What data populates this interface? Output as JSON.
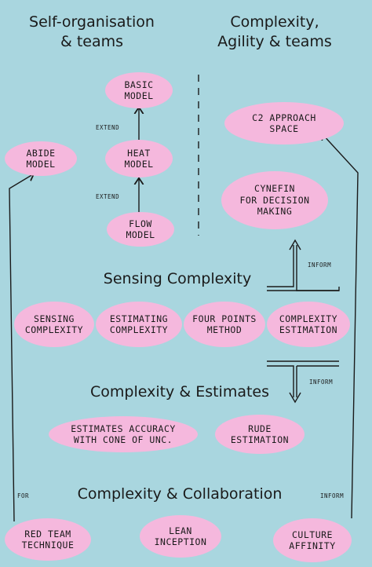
{
  "headings": {
    "left": "Self-organisation\n& teams",
    "right": "Complexity,\nAgility & teams"
  },
  "sections": {
    "sensing": "Sensing Complexity",
    "estimates": "Complexity & Estimates",
    "collaboration": "Complexity & Collaboration"
  },
  "nodes": {
    "basic_model": "BASIC\nMODEL",
    "heat_model": "HEAT\nMODEL",
    "flow_model": "FLOW\nMODEL",
    "abide_model": "ABIDE\nMODEL",
    "c2_approach": "C2 APPROACH\nSPACE",
    "cynefin": "CYNEFIN\nFOR DECISION\nMAKING",
    "sensing_complexity": "SENSING\nCOMPLEXITY",
    "estimating_complexity": "ESTIMATING\nCOMPLEXITY",
    "four_points": "FOUR POINTS\nMETHOD",
    "complexity_estimation": "COMPLEXITY\nESTIMATION",
    "estimates_accuracy": "ESTIMATES ACCURACY\nWITH CONE OF UNC.",
    "rude_estimation": "RUDE\nESTIMATION",
    "red_team": "RED TEAM\nTECHNIQUE",
    "lean_inception": "LEAN\nINCEPTION",
    "culture_affinity": "CULTURE\nAFFINITY"
  },
  "edge_labels": {
    "extend_top": "EXTEND",
    "extend_bottom": "EXTEND",
    "inform_up": "INFORM",
    "inform_down": "INFORM",
    "for": "FOR",
    "inform_right": "INFORM"
  },
  "colors": {
    "background": "#a9d6df",
    "bubble": "#f5b8dd",
    "ink": "#1a1a1a"
  }
}
